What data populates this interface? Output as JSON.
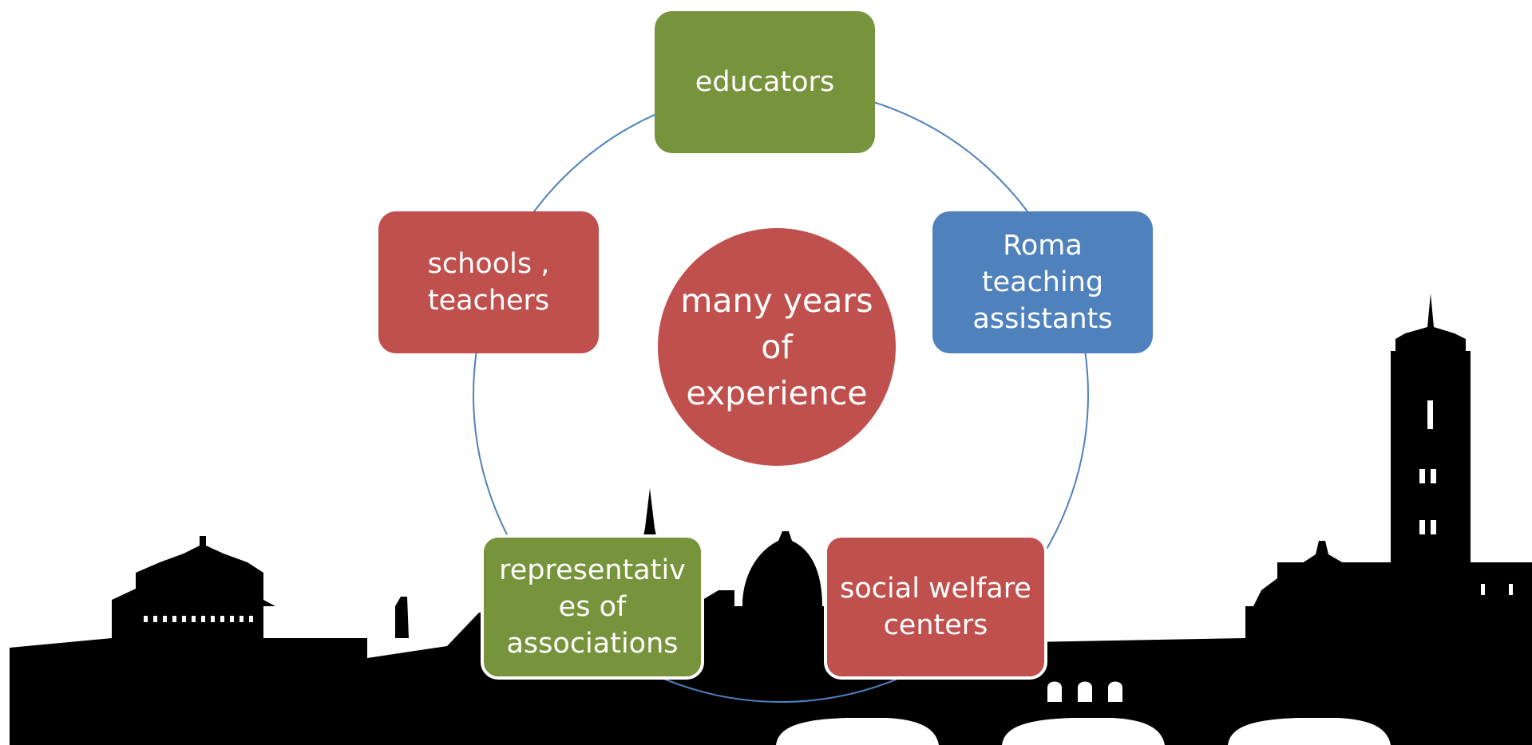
{
  "diagram": {
    "center": {
      "label": "many years\nof\nexperience",
      "color": "#c0504d"
    },
    "nodes": [
      {
        "id": "educators",
        "label": "educators",
        "color": "#77933c"
      },
      {
        "id": "roma-teaching-assistants",
        "label": "Roma\nteaching\nassistants",
        "color": "#4f81bd"
      },
      {
        "id": "social-welfare-centers",
        "label": "social welfare\ncenters",
        "color": "#c0504d"
      },
      {
        "id": "representatives-of-associations",
        "label": "representativ\nes of\nassociations",
        "color": "#77933c"
      },
      {
        "id": "schools-teachers",
        "label": "schools ,\nteachers",
        "color": "#c0504d"
      }
    ],
    "ring_color": "#4f81bd"
  },
  "background": {
    "skyline_color": "#000000"
  }
}
